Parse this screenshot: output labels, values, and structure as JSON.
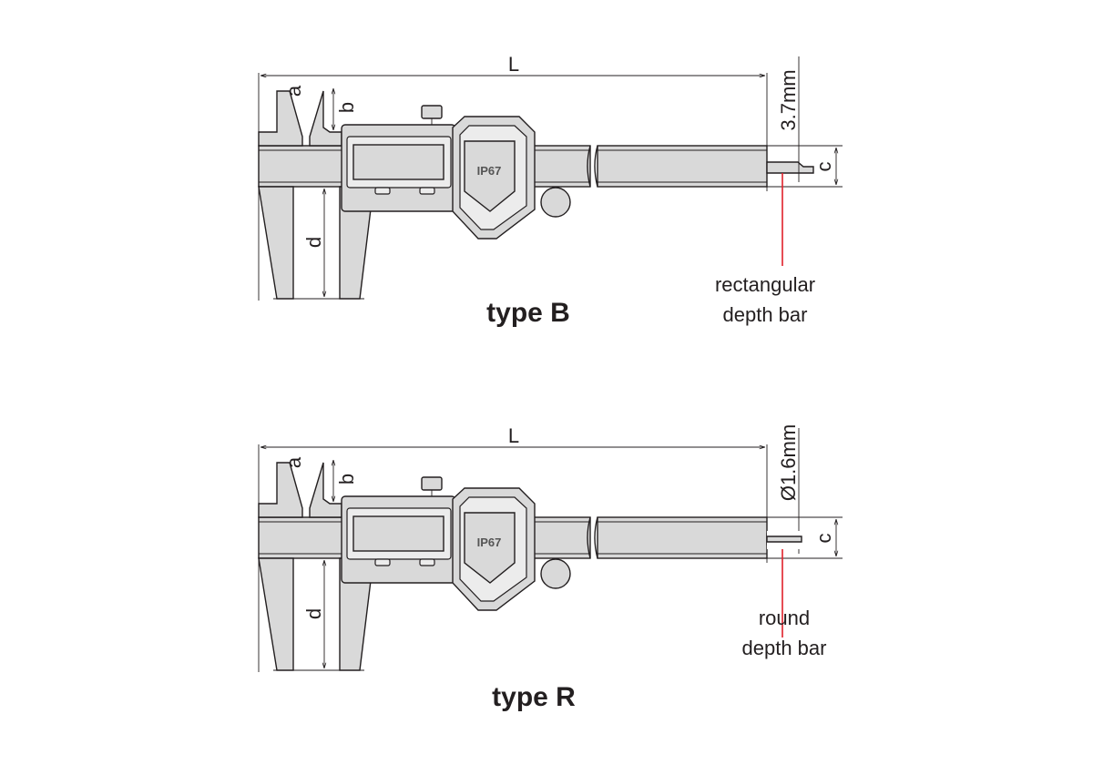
{
  "colors": {
    "callout_line": "#e0202a",
    "body": "#d9d9d9",
    "ink": "#231f20"
  },
  "diagrams": [
    {
      "title": "type B",
      "length_label": "L",
      "dim_a": "a",
      "dim_b": "b",
      "dim_c": "c",
      "dim_d": "d",
      "depth_bar_size": "3.7mm",
      "badge": "IP67",
      "callout": [
        "rectangular",
        "depth bar"
      ]
    },
    {
      "title": "type R",
      "length_label": "L",
      "dim_a": "a",
      "dim_b": "b",
      "dim_c": "c",
      "dim_d": "d",
      "depth_bar_size": "Ø1.6mm",
      "badge": "IP67",
      "callout": [
        "round",
        "depth bar"
      ]
    }
  ]
}
